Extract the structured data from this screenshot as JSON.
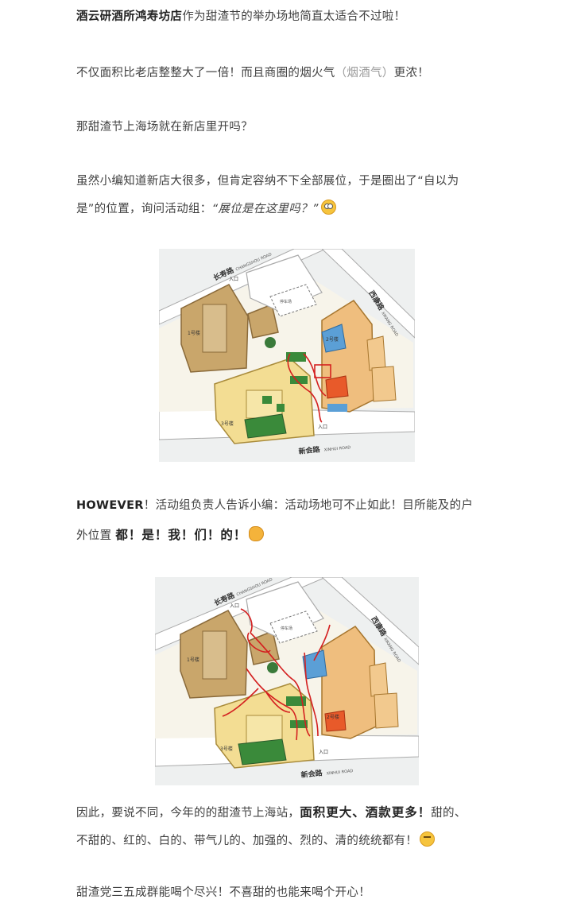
{
  "p1": {
    "bold": "酒云研酒所鸿寿坊店",
    "rest": "作为甜渣节的举办场地简直太适合不过啦！"
  },
  "p2": {
    "before": "不仅面积比老店整整大了一倍！而且商圈的烟火气",
    "grey": "（烟酒气）",
    "after": "更浓！"
  },
  "p3": {
    "text": "那甜渣节上海场就在新店里开吗？"
  },
  "p4": {
    "line1": "虽然小编知道新店大很多，但肯定容纳不下全部展位，于是圈出了“自以为",
    "line2_a": "是”的位置，询问活动组：",
    "line2_b": "“展位是在这里吗？”",
    "emoji": "eye-roll-emoji"
  },
  "map": {
    "road_top": "长寿路",
    "road_top_en": "CHANGSHOU ROAD",
    "road_right": "西康路",
    "road_right_en": "XIKANG ROAD",
    "road_bottom": "新会路",
    "road_bottom_en": "XINHUI ROAD",
    "entrance": "入口",
    "bldg1": "1号楼",
    "bldg2": "2号楼",
    "bldg3": "3号楼",
    "parking": "停车场"
  },
  "p5": {
    "bold": "HOWEVER",
    "rest": "！活动组负责人告诉小编：活动场地可不止如此！目所能及的户",
    "line2_a": "外位置",
    "emph": "都！是！我！们！的！",
    "emoji": "hand-emoji"
  },
  "p6": {
    "line1_a": "因此，要说不同，今年的的甜渣节上海站，",
    "emph": "面积更大、酒款更多！",
    "line1_b": "甜的、",
    "line2": "不甜的、红的、白的、带气儿的、加强的、烈的、清的统统都有！",
    "emoji": "thinking-emoji"
  },
  "p7": {
    "text": "甜渣党三五成群能喝个尽兴！不喜甜的也能来喝个开心！"
  }
}
